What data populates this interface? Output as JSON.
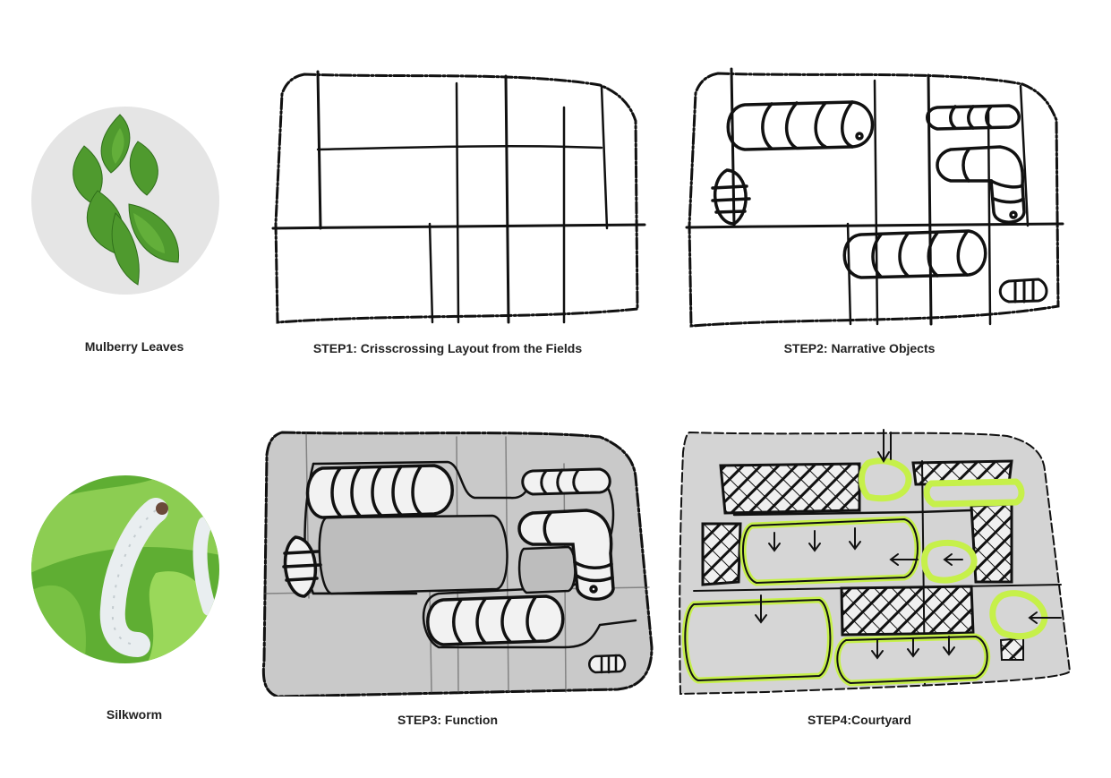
{
  "captions": {
    "mulberry": "Mulberry Leaves",
    "silkworm": "Silkworm",
    "step1": "STEP1: Crisscrossing Layout from the Fields",
    "step2": "STEP2: Narrative Objects",
    "step3": "STEP3: Function",
    "step4": "STEP4:Courtyard"
  },
  "colors": {
    "ink": "#111111",
    "paper_gray": "#cfcfcf",
    "highlight_green": "#c6f04a",
    "leaf_green": "#4f9a2e",
    "circle_bg": "#e6e6e6"
  }
}
